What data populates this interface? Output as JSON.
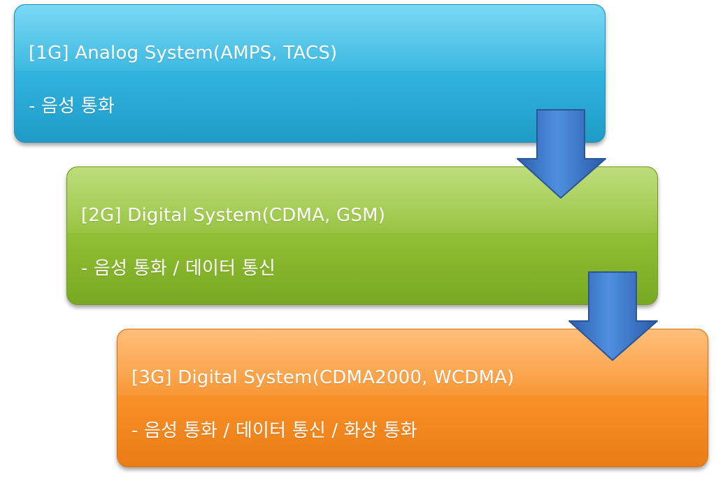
{
  "stages": [
    {
      "title": "[1G] Analog System(AMPS, TACS)",
      "detail": "- 음성 통화",
      "color": "#2eb1dc"
    },
    {
      "title": "[2G] Digital System(CDMA, GSM)",
      "detail": "- 음성 통화 / 데이터 통신",
      "color": "#8ebd32"
    },
    {
      "title": "[3G] Digital System(CDMA2000, WCDMA)",
      "detail": "- 음성 통화 / 데이터 통신 / 화상 통화",
      "color": "#f78e26"
    }
  ],
  "arrows": {
    "color": "#3a78c8",
    "icon": "down-arrow-icon"
  }
}
